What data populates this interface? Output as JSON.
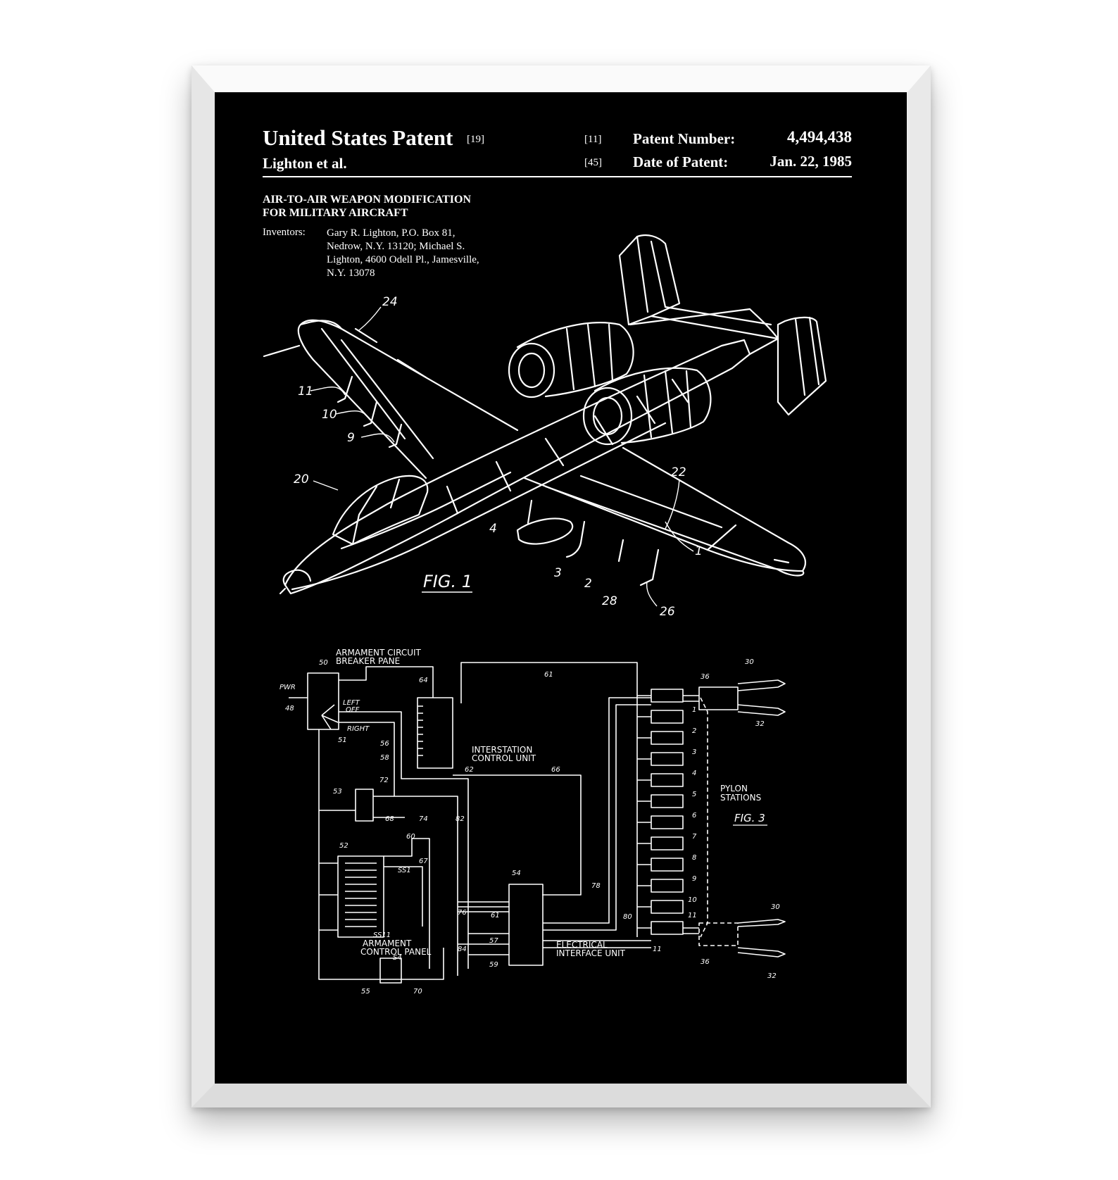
{
  "header": {
    "title": "United States Patent",
    "title_code": "[19]",
    "inventor_short": "Lighton et al.",
    "patent_number_code": "[11]",
    "patent_number_label": "Patent Number:",
    "patent_number": "4,494,438",
    "date_code": "[45]",
    "date_label": "Date of Patent:",
    "date": "Jan. 22, 1985"
  },
  "invention": {
    "title_line1": "AIR-TO-AIR WEAPON MODIFICATION",
    "title_line2": "FOR MILITARY AIRCRAFT",
    "inventors_label": "Inventors:",
    "inventors_line1": "Gary R. Lighton, P.O. Box 81,",
    "inventors_line2": "Nedrow, N.Y. 13120; Michael S.",
    "inventors_line3": "Lighton, 4600 Odell Pl., Jamesville,",
    "inventors_line4": "N.Y. 13078"
  },
  "fig1": {
    "caption": "FIG. 1",
    "refs": [
      "24",
      "11",
      "10",
      "9",
      "20",
      "4",
      "3",
      "2",
      "28",
      "26",
      "1",
      "22"
    ]
  },
  "fig3": {
    "caption": "FIG. 3",
    "breaker_label_1": "ARMAMENT CIRCUIT",
    "breaker_label_2": "BREAKER PANE",
    "pwr": "PWR",
    "left": "LEFT",
    "off": "OFF",
    "right": "RIGHT",
    "interstation_1": "INTERSTATION",
    "interstation_2": "CONTROL UNIT",
    "armament_panel_1": "ARMAMENT",
    "armament_panel_2": "CONTROL PANEL",
    "eiu_1": "ELECTRICAL",
    "eiu_2": "INTERFACE UNIT",
    "pylon_1": "PYLON",
    "pylon_2": "STATIONS",
    "refs": [
      "50",
      "48",
      "51",
      "64",
      "61",
      "56",
      "58",
      "62",
      "66",
      "72",
      "53",
      "68",
      "74",
      "82",
      "52",
      "60",
      "67",
      "SS1",
      "SS11",
      "54",
      "76",
      "61",
      "57",
      "84",
      "59",
      "78",
      "80",
      "11",
      "S4",
      "55",
      "70",
      "36",
      "30",
      "32",
      "36",
      "30",
      "32"
    ],
    "stations": [
      "1",
      "2",
      "3",
      "4",
      "5",
      "6",
      "7",
      "8",
      "9",
      "10",
      "11"
    ]
  }
}
